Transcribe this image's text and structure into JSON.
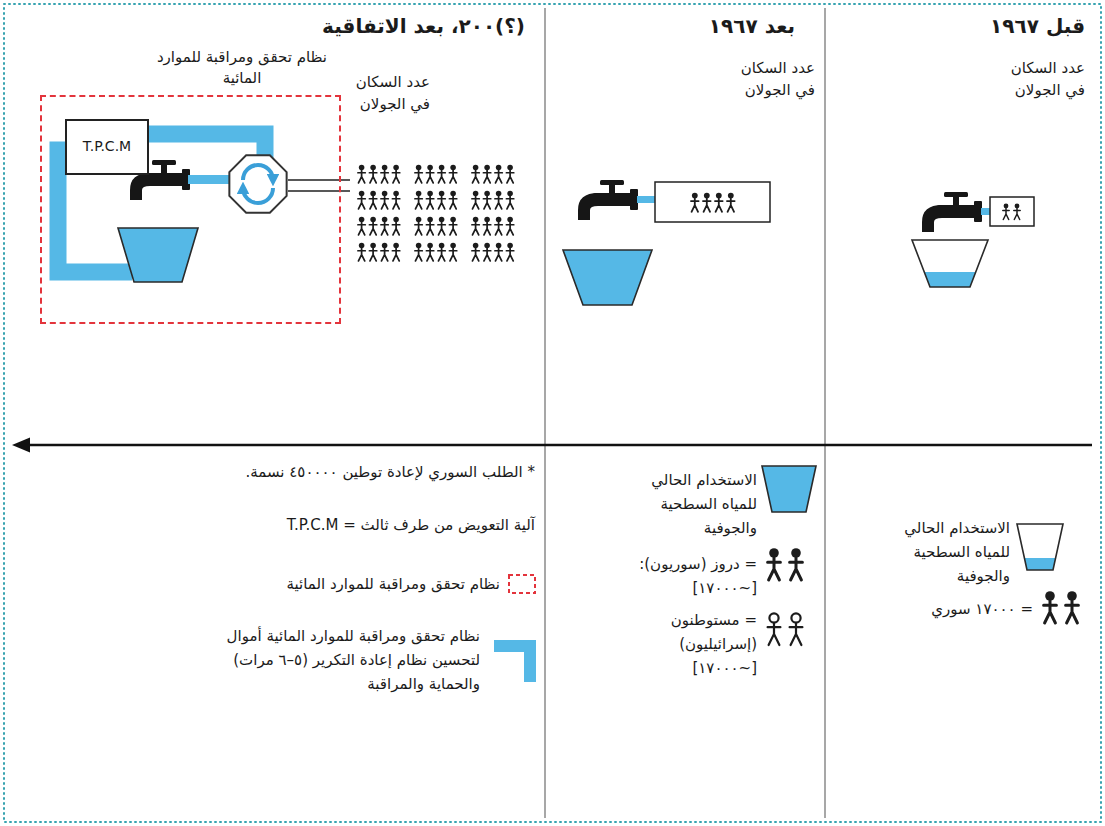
{
  "diagram": {
    "nodes": [
      {
        "text": [
          "نظام تحقق ومراقبة للموارد المائية"
        ]
      },
      {
        "text": [
          "T.P.C.M"
        ],
        "in": 0
      }
    ],
    "labels": [
      "قبل ١٩٦٧",
      "بعد ١٩٦٧",
      "(؟)٢٠٠، بعد الاتفاقية",
      "عدد السكان في الجولان",
      "عدد السكان في الجولان",
      "عدد السكان في الجولان",
      "* الطلب السوري لإعادة توطين ٤٥٠٠٠٠ نسمة.",
      "T.P.C.M = آلية التعويض من طرف ثالث"
    ],
    "legend": [
      {
        "text": "الاستخدام الحالي للمياه السطحية والجوفية"
      },
      {
        "text": "= ١٧٠٠٠ سوري"
      },
      {
        "text": "الاستخدام الحالي للمياه السطحية والجوفية"
      },
      {
        "text": "= دروز (سوريون): [~١٧٠٠٠]"
      },
      {
        "text": "= مستوطنون (إسرائيليون) [~١٧٠٠٠]"
      },
      {
        "text": "نظام تحقق ومراقبة للموارد المائية"
      },
      {
        "text": "نظام تحقق ومراقبة للموارد المائية أموال لتحسين نظام إعادة التكرير (٥–٦ مرات) والحماية والمراقبة",
        "color": "#55b8e6"
      }
    ]
  }
}
